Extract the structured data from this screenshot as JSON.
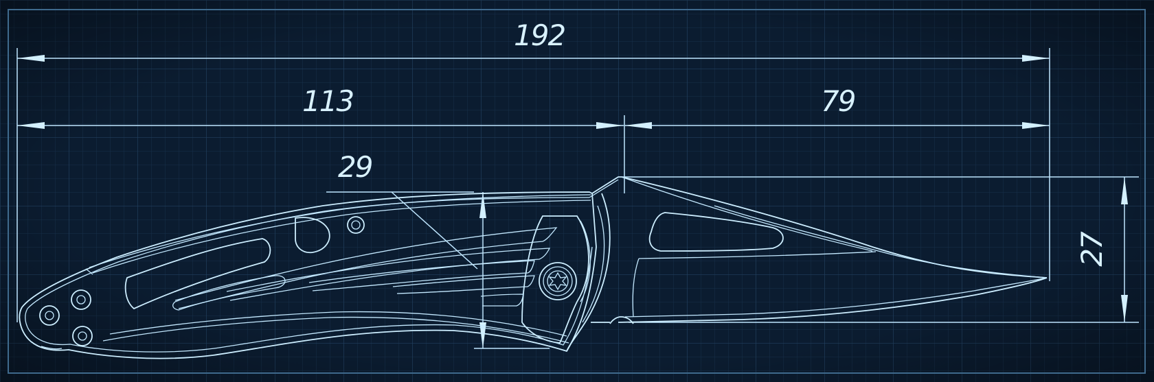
{
  "drawing": {
    "colors": {
      "background": "#0b1c30",
      "grid_minor": "#19324c",
      "grid_major": "#23415f",
      "lines": "#cdeeff"
    },
    "dimensions": {
      "overall_length": "192",
      "handle_length": "113",
      "blade_length": "79",
      "handle_height": "29",
      "blade_height": "27"
    }
  }
}
